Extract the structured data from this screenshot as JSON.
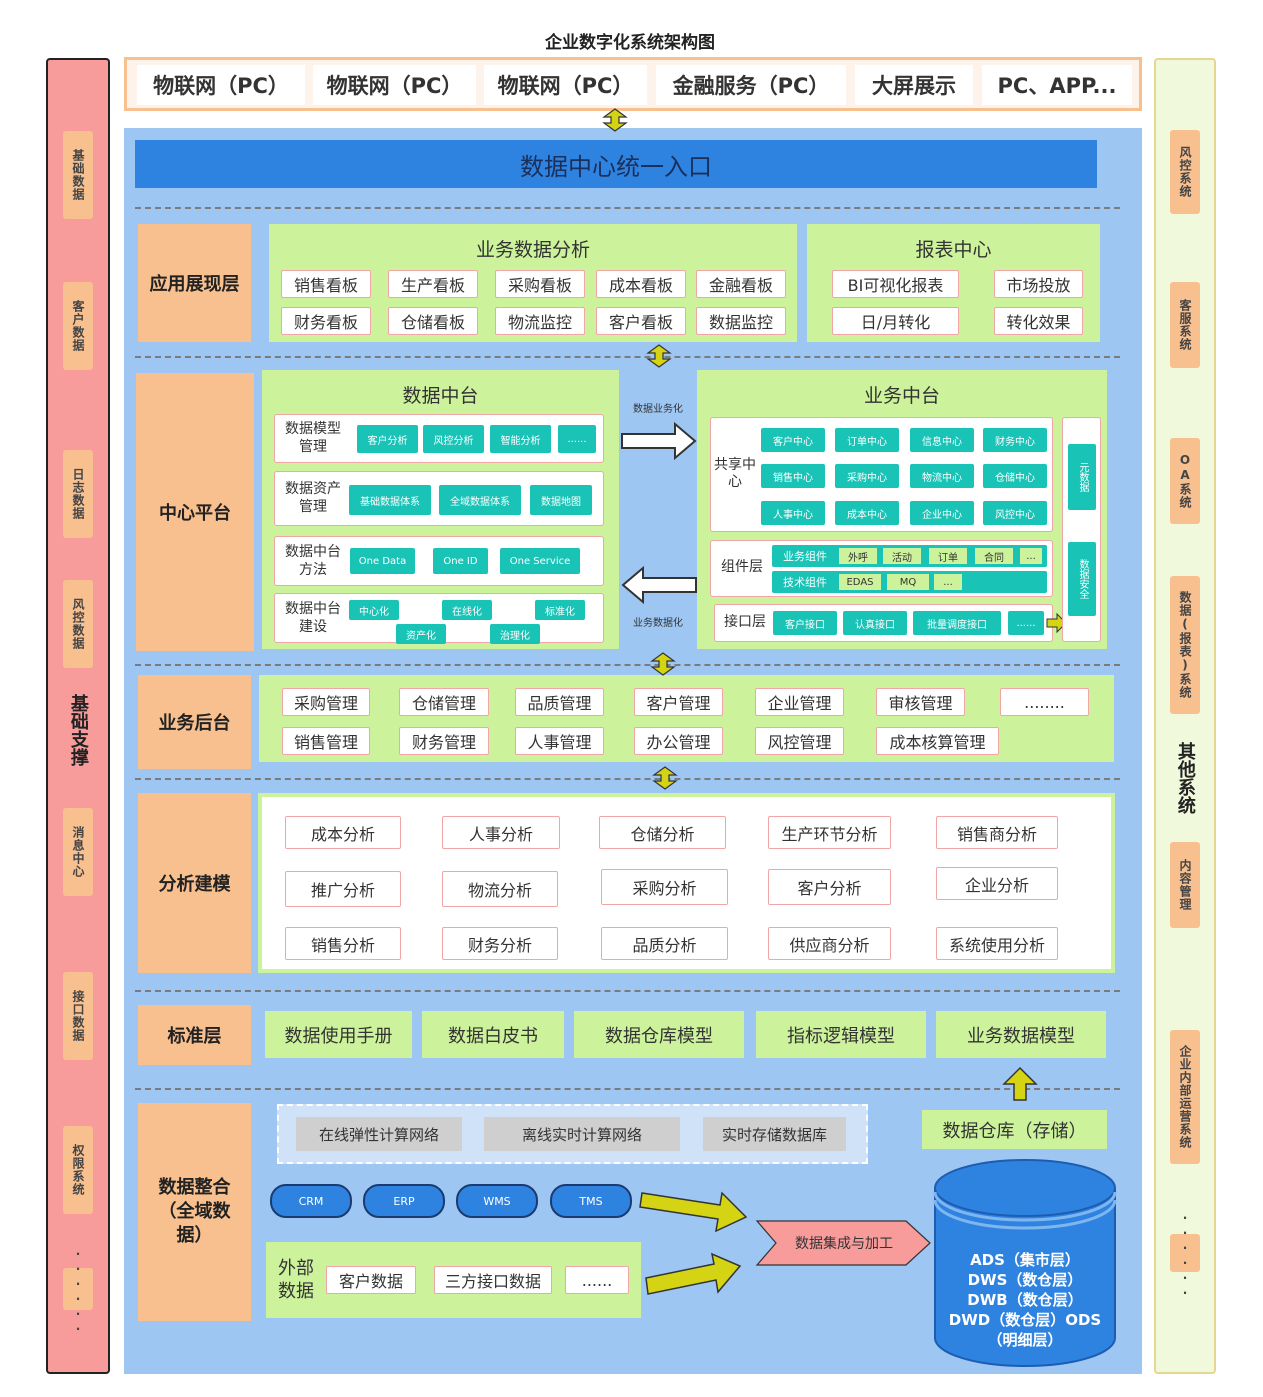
{
  "title": "企业数字化系统架构图",
  "top_channels": [
    "物联网（PC）",
    "物联网（PC）",
    "物联网（PC）",
    "金融服务（PC）",
    "大屏展示",
    "PC、APP..."
  ],
  "entry": "数据中心统一入口",
  "left_column": {
    "title": "基础支撑",
    "items": [
      "基础数据",
      "客户数据",
      "日志数据",
      "风控数据",
      "消息中心",
      "接口数据",
      "权限系统",
      "......"
    ]
  },
  "right_column": {
    "title": "其他系统",
    "items": [
      "风控系统",
      "客服系统",
      "OA系统",
      "数据(报表)系统",
      "内容管理",
      "企业内部运营系统",
      "......"
    ]
  },
  "app_layer": {
    "label": "应用展现层",
    "business_analysis": {
      "title": "业务数据分析",
      "row1": [
        "销售看板",
        "生产看板",
        "采购看板",
        "成本看板",
        "金融看板"
      ],
      "row2": [
        "财务看板",
        "仓储看板",
        "物流监控",
        "客户看板",
        "数据监控"
      ]
    },
    "report_center": {
      "title": "报表中心",
      "items": [
        "BI可视化报表",
        "市场投放",
        "日/月转化",
        "转化效果"
      ]
    }
  },
  "center_platform": {
    "label": "中心平台",
    "data_platform": {
      "title": "数据中台",
      "rows": [
        {
          "label": "数据模型管理",
          "items": [
            "客户分析",
            "风控分析",
            "智能分析",
            "......"
          ]
        },
        {
          "label": "数据资产管理",
          "items": [
            "基础数据体系",
            "全域数据体系",
            "数据地图"
          ]
        },
        {
          "label": "数据中台方法",
          "items": [
            "One Data",
            "One ID",
            "One Service"
          ]
        },
        {
          "label": "数据中台建设",
          "items": [
            "中心化",
            "在线化",
            "标准化",
            "资产化",
            "治理化"
          ]
        }
      ]
    },
    "arrow_top_label": "数据业务化",
    "arrow_bottom_label": "业务数据化",
    "business_platform": {
      "title": "业务中台",
      "shared_label": "共享中心",
      "shared_items": [
        "客户中心",
        "订单中心",
        "信息中心",
        "财务中心",
        "销售中心",
        "采购中心",
        "物流中心",
        "仓储中心",
        "人事中心",
        "成本中心",
        "企业中心",
        "风控中心"
      ],
      "component_label": "组件层",
      "biz_component_label": "业务组件",
      "biz_components": [
        "外呼",
        "活动",
        "订单",
        "合同",
        "..."
      ],
      "tech_component_label": "技术组件",
      "tech_components": [
        "EDAS",
        "MQ",
        "..."
      ],
      "interface_label": "接口层",
      "interface_items": [
        "客户接口",
        "认真接口",
        "批量调度接口",
        "......"
      ],
      "meta_data": "元数据",
      "data_security": "数据安全"
    }
  },
  "business_backend": {
    "label": "业务后台",
    "row1": [
      "采购管理",
      "仓储管理",
      "品质管理",
      "客户管理",
      "企业管理",
      "审核管理",
      "........"
    ],
    "row2": [
      "销售管理",
      "财务管理",
      "人事管理",
      "办公管理",
      "风控管理",
      "成本核算管理"
    ]
  },
  "analysis_modeling": {
    "label": "分析建模",
    "row1": [
      "成本分析",
      "人事分析",
      "仓储分析",
      "生产环节分析",
      "销售商分析"
    ],
    "row2": [
      "推广分析",
      "物流分析",
      "采购分析",
      "客户分析",
      "企业分析"
    ],
    "row3": [
      "销售分析",
      "财务分析",
      "品质分析",
      "供应商分析",
      "系统使用分析"
    ]
  },
  "standard_layer": {
    "label": "标准层",
    "items": [
      "数据使用手册",
      "数据白皮书",
      "数据仓库模型",
      "指标逻辑模型",
      "业务数据模型"
    ]
  },
  "data_integration": {
    "label": "数据整合（全域数据）",
    "compute": [
      "在线弹性计算网络",
      "离线实时计算网络",
      "实时存储数据库"
    ],
    "systems": [
      "CRM",
      "ERP",
      "WMS",
      "TMS"
    ],
    "external_label": "外部数据",
    "external_items": [
      "客户数据",
      "三方接口数据",
      "......"
    ],
    "process": "数据集成与加工",
    "warehouse": "数据仓库（存储）",
    "db_layers": [
      "ADS（集市层）",
      "DWS（数仓层）",
      "DWB（数仓层）",
      "DWD（数仓层）ODS",
      "（明细层）"
    ]
  },
  "colors": {
    "left_column": "#f79b9b",
    "side_box": "#f9c08f",
    "entry_bar": "#2f83e0",
    "main_bg": "#9dc6f3",
    "green_panel": "#ccf29b",
    "teal_item": "#19c4b7",
    "arrow_yellow": "#d4d414",
    "right_column": "#f1f9dc"
  }
}
